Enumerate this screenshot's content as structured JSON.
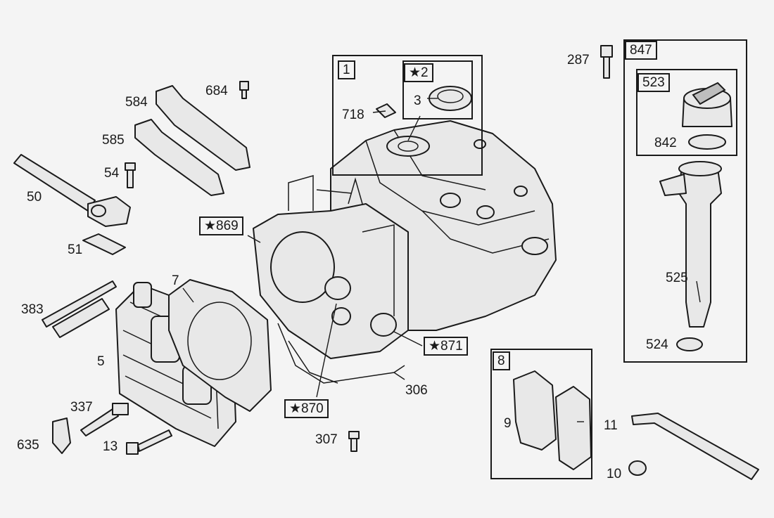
{
  "labels": {
    "l1": "1",
    "l2": "★2",
    "l3": "3",
    "l718": "718",
    "l847": "847",
    "l523": "523",
    "l842": "842",
    "l287": "287",
    "l525": "525",
    "l524": "524",
    "l584": "584",
    "l585": "585",
    "l684": "684",
    "l54": "54",
    "l50": "50",
    "l51": "51",
    "l869": "★869",
    "l871": "★871",
    "l870": "★870",
    "l306": "306",
    "l307": "307",
    "l7": "7",
    "l383": "383",
    "l5": "5",
    "l337": "337",
    "l635": "635",
    "l13": "13",
    "l8": "8",
    "l9": "9",
    "l11": "11",
    "l10": "10"
  }
}
